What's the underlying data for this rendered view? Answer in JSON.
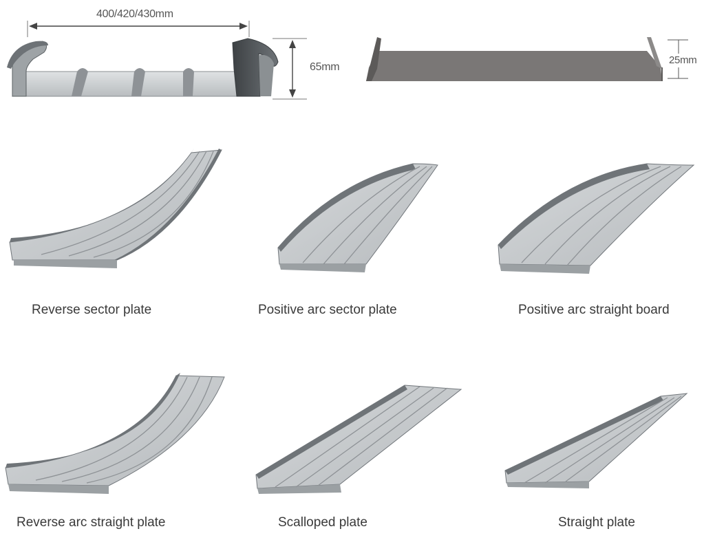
{
  "profiles": {
    "lock_seam": {
      "width_label": "400/420/430mm",
      "height_label": "65mm"
    },
    "flat_seam": {
      "height_label": "25mm"
    }
  },
  "panels": [
    {
      "label": "Reverse sector plate"
    },
    {
      "label": "Positive arc sector plate"
    },
    {
      "label": "Positive arc straight board"
    },
    {
      "label": "Reverse arc straight plate"
    },
    {
      "label": "Scalloped plate"
    },
    {
      "label": "Straight plate"
    }
  ],
  "colors": {
    "panel_face": "#c4c8cb",
    "panel_rib": "#6f7478",
    "panel_side": "#5a5f62",
    "flat_panel": "#7a7776",
    "dimension_line": "#444444"
  }
}
